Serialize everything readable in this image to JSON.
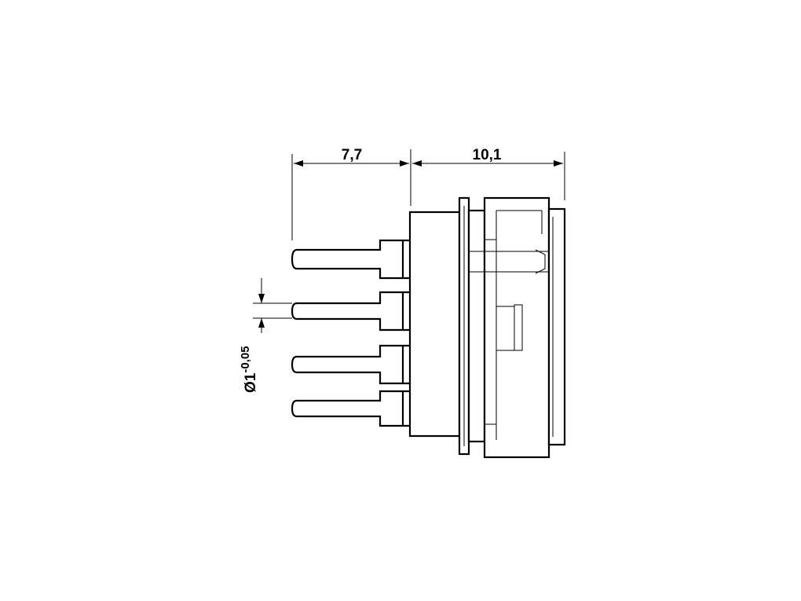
{
  "dimensions": {
    "pin_length": "7,7",
    "body_length": "10,1",
    "pin_diameter": "Ø1",
    "pin_diameter_tolerance": "-0,05"
  },
  "colors": {
    "line": "#000000",
    "background": "#ffffff"
  }
}
